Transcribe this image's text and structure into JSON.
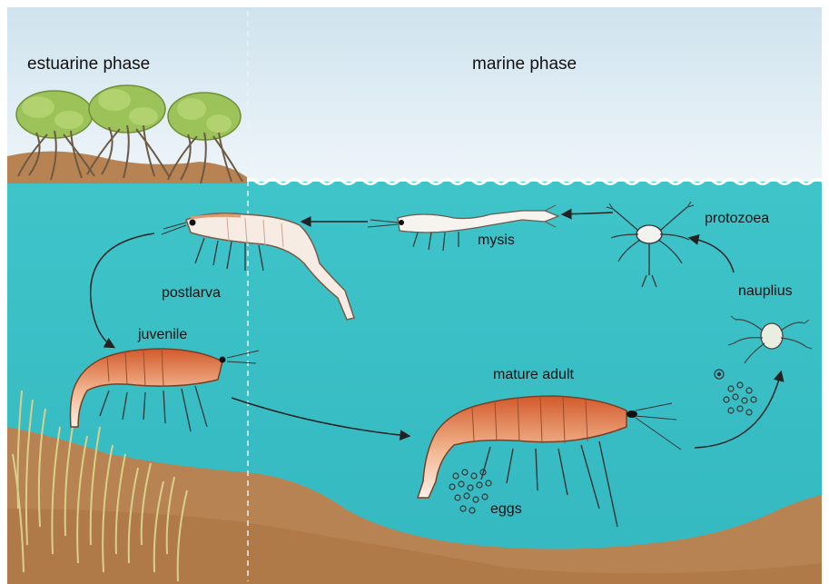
{
  "phases": {
    "estuarine": "estuarine phase",
    "marine": "marine phase"
  },
  "stages": {
    "protozoea": "protozoea",
    "mysis": "mysis",
    "postlarva": "postlarva",
    "juvenile": "juvenile",
    "mature_adult": "mature adult",
    "eggs": "eggs",
    "nauplius": "nauplius"
  },
  "colors": {
    "sky_top": "#cfe3ee",
    "sky_bottom": "#eef5f9",
    "water": "#3ec4c9",
    "water_deep": "#2fb3bb",
    "sediment": "#b88352",
    "sediment_dark": "#9c6a3c",
    "shrimp_body": "#d96a3a",
    "shrimp_light": "#f6e4d6",
    "mangrove_leaf": "#9cc25a",
    "seagrass": "#d8d08a",
    "arrow": "#222222"
  },
  "icons": [
    "mangrove-icon",
    "seagrass-icon",
    "shrimp-icon",
    "larva-icon",
    "egg-cluster-icon",
    "cycle-arrow-icon"
  ]
}
